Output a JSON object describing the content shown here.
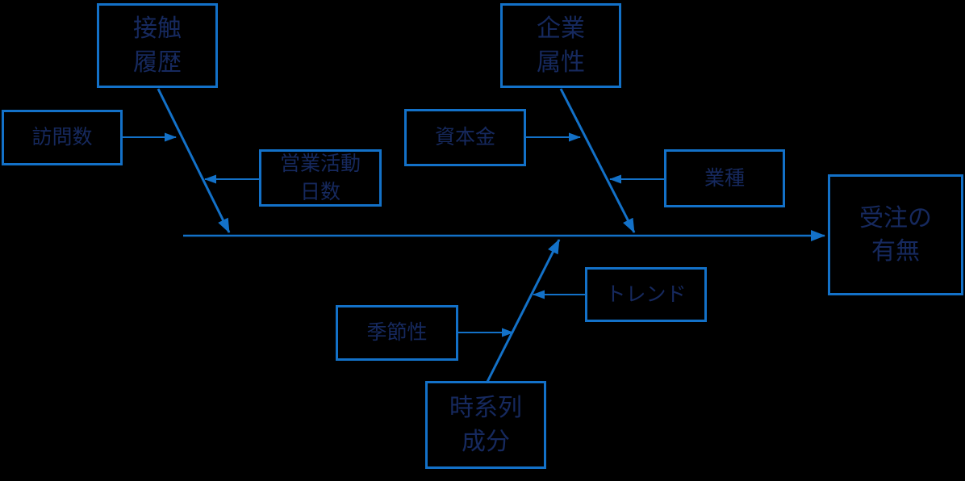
{
  "diagram": {
    "type": "fishbone-cause-effect",
    "background_color": "#000000",
    "line_color": "#1371c8",
    "text_color": "#16295e",
    "effect": {
      "label": "受注の有無",
      "line1": "受注の",
      "line2": "有無"
    },
    "categories": [
      {
        "id": "contact-history",
        "label": "接触履歴",
        "line1": "接触",
        "line2": "履歴",
        "factors": [
          {
            "label": "訪問数"
          },
          {
            "label": "営業活動日数",
            "line1": "営業活動",
            "line2": "日数"
          }
        ]
      },
      {
        "id": "company-attributes",
        "label": "企業属性",
        "line1": "企業",
        "line2": "属性",
        "factors": [
          {
            "label": "資本金"
          },
          {
            "label": "業種"
          }
        ]
      },
      {
        "id": "time-series-components",
        "label": "時系列成分",
        "line1": "時系列",
        "line2": "成分",
        "factors": [
          {
            "label": "季節性"
          },
          {
            "label": "トレンド"
          }
        ]
      }
    ]
  }
}
